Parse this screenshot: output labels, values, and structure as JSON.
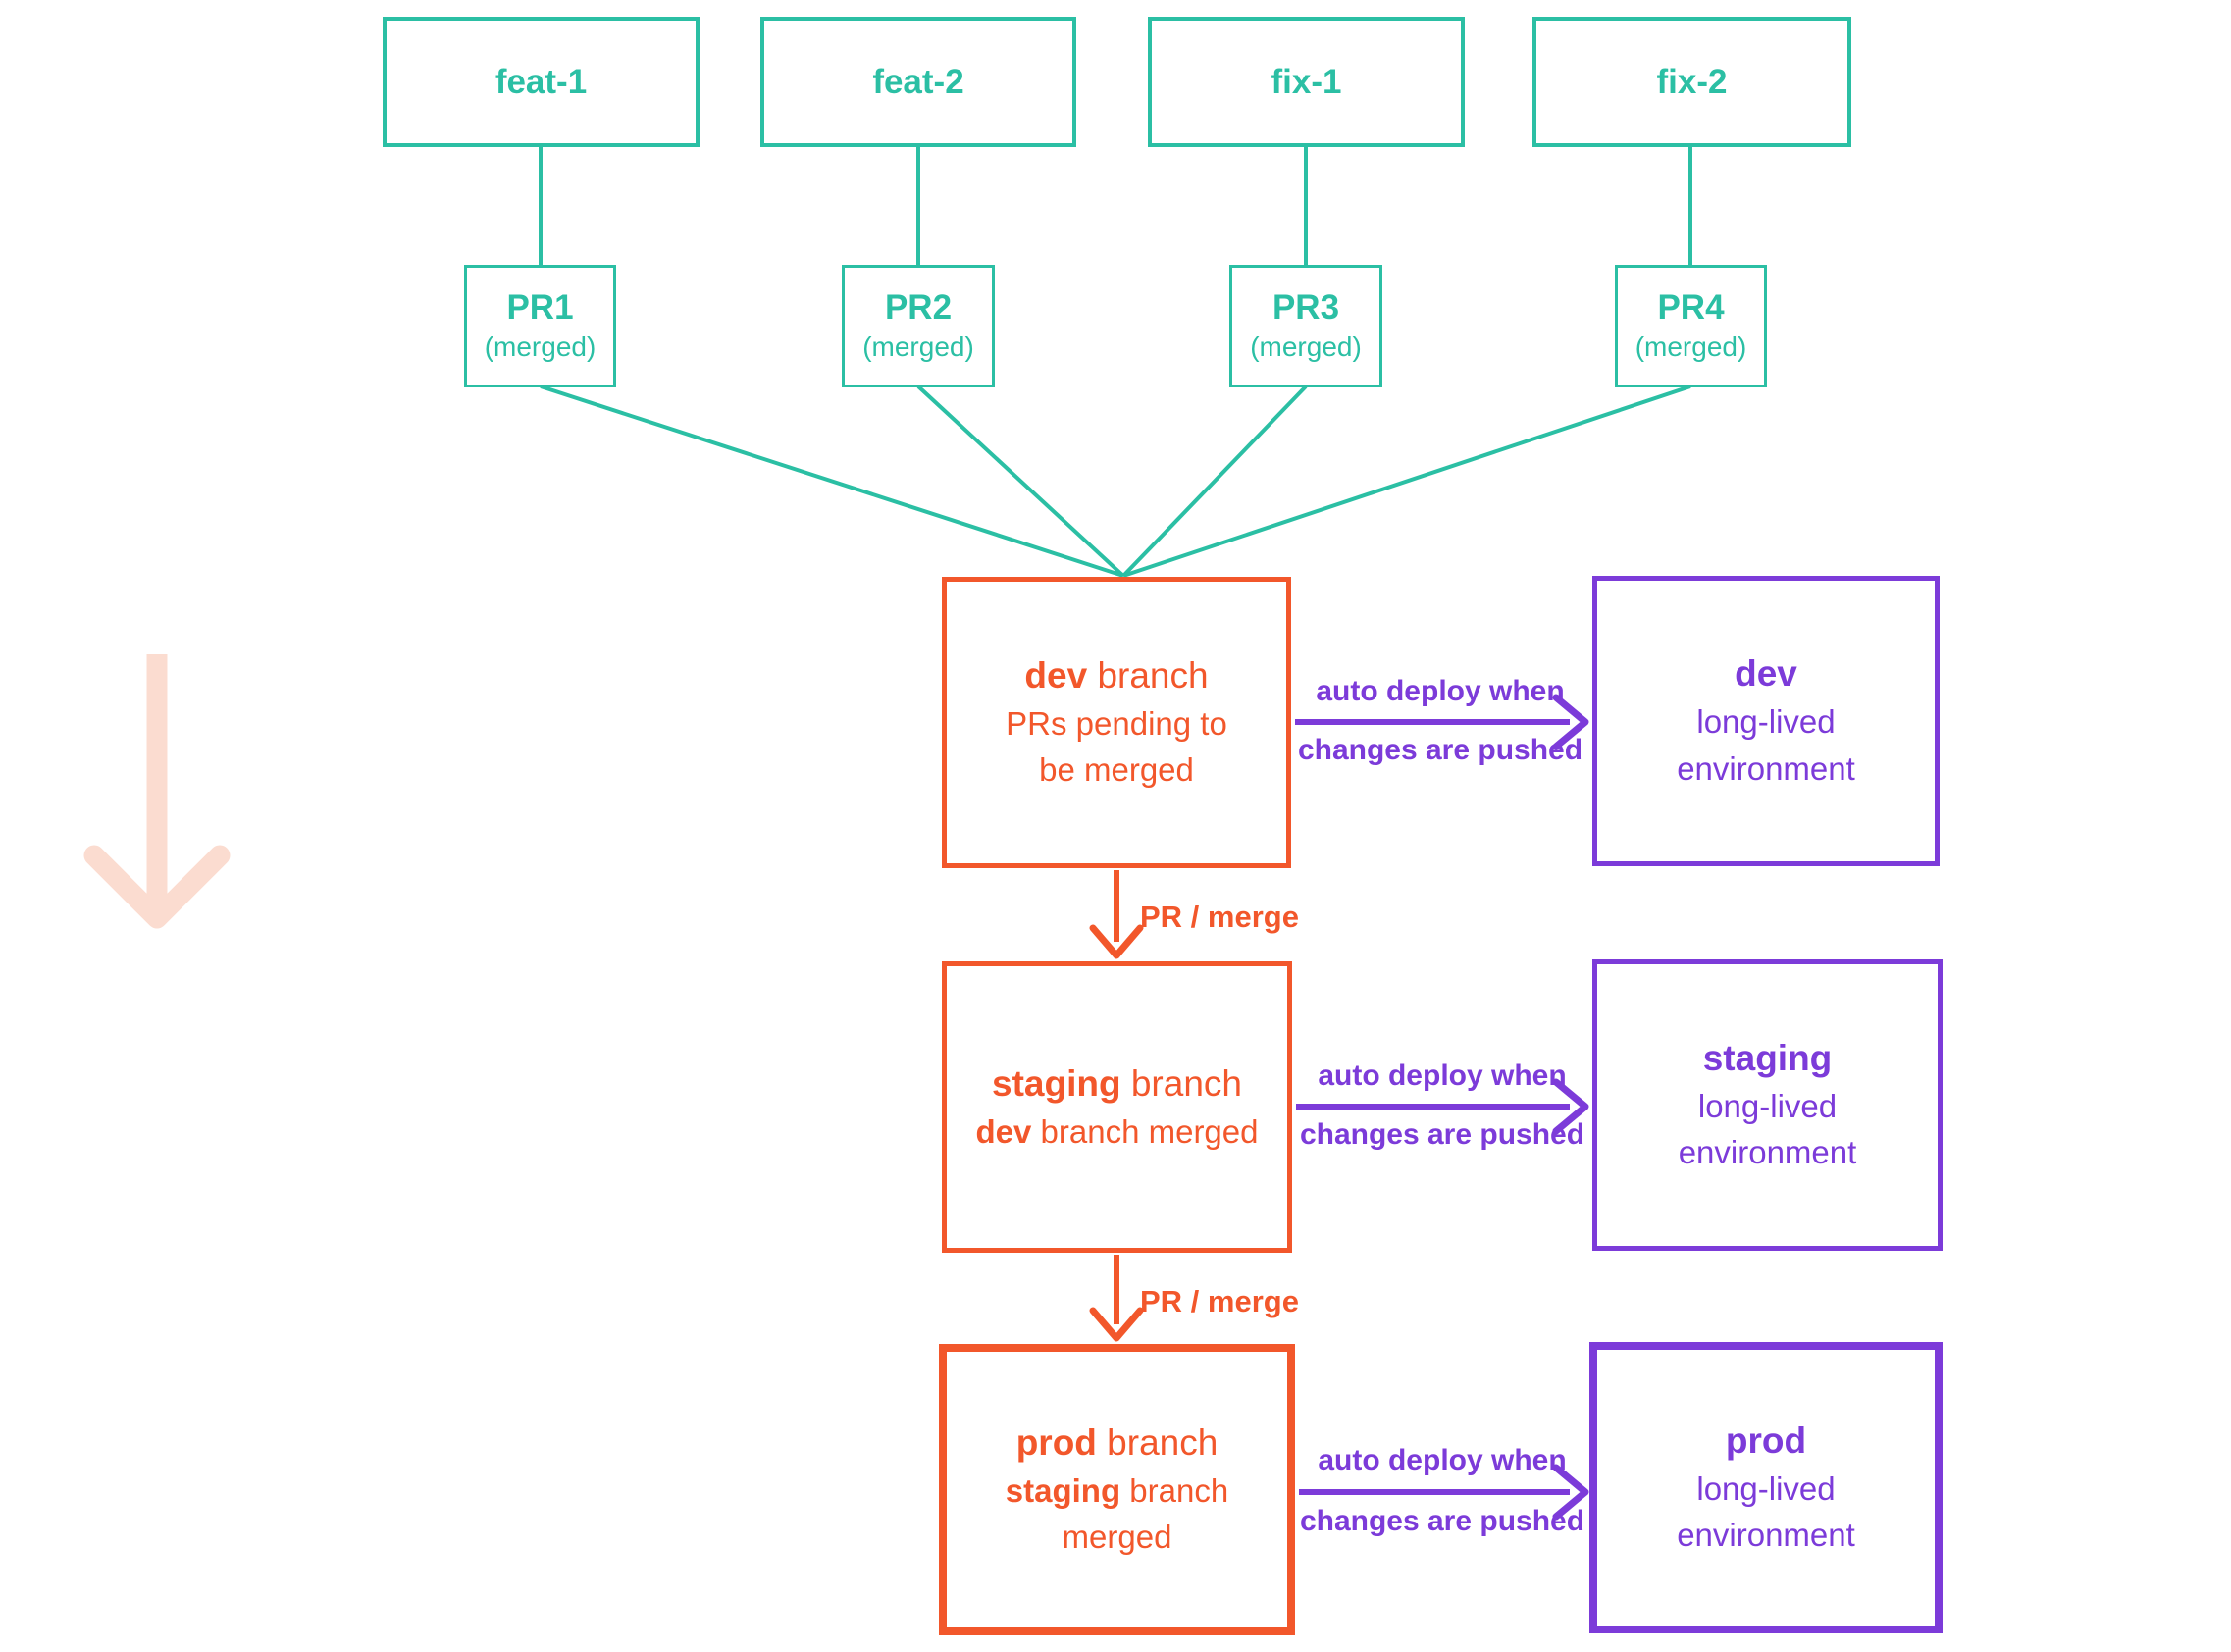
{
  "colors": {
    "teal": "#2BBFA4",
    "orange": "#F2572B",
    "purple": "#7C3BD9",
    "pink_arrow": "#FBDCD0"
  },
  "top_branches": [
    {
      "label": "feat-1",
      "pr_label": "PR1",
      "pr_status": "(merged)"
    },
    {
      "label": "feat-2",
      "pr_label": "PR2",
      "pr_status": "(merged)"
    },
    {
      "label": "fix-1",
      "pr_label": "PR3",
      "pr_status": "(merged)"
    },
    {
      "label": "fix-2",
      "pr_label": "PR4",
      "pr_status": "(merged)"
    }
  ],
  "branches": {
    "dev": {
      "name": "dev",
      "name_suffix": " branch",
      "desc_em": "",
      "desc_rest": "PRs pending to be merged"
    },
    "staging": {
      "name": "staging",
      "name_suffix": " branch",
      "desc_em": "dev",
      "desc_rest": " branch merged"
    },
    "prod": {
      "name": "prod",
      "name_suffix": " branch",
      "desc_em": "staging",
      "desc_rest": " branch merged"
    }
  },
  "environments": {
    "dev": {
      "name": "dev",
      "desc": "long-lived environment"
    },
    "staging": {
      "name": "staging",
      "desc": "long-lived environment"
    },
    "prod": {
      "name": "prod",
      "desc": "long-lived environment"
    }
  },
  "edge_labels": {
    "deploy_line1": "auto deploy when",
    "deploy_line2": "changes are pushed",
    "merge": "PR / merge"
  }
}
